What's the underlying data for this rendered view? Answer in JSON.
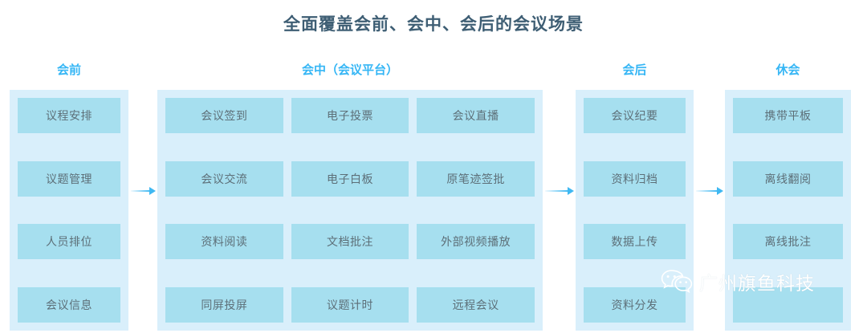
{
  "title": "全面覆盖会前、会中、会后的会议场景",
  "colors": {
    "title_text": "#3e5e74",
    "stage_header": "#35b6f5",
    "panel_bg": "#d9effb",
    "card_bg": "#a6dfef",
    "card_text": "#5d6f78",
    "arrow": "#3fb8f2",
    "watermark_text": "#ffffff",
    "page_bg": "#ffffff"
  },
  "stages": [
    {
      "id": "pre-meeting",
      "header": "会前",
      "columns": [
        {
          "cards": [
            "议程安排",
            "议题管理",
            "人员排位",
            "会议信息"
          ]
        }
      ]
    },
    {
      "id": "during-meeting",
      "header": "会中（会议平台）",
      "columns": [
        {
          "cards": [
            "会议签到",
            "会议交流",
            "资料阅读",
            "同屏投屏"
          ]
        },
        {
          "cards": [
            "电子投票",
            "电子白板",
            "文档批注",
            "议题计时"
          ]
        },
        {
          "cards": [
            "会议直播",
            "原笔迹签批",
            "外部视频播放",
            "远程会议"
          ]
        }
      ]
    },
    {
      "id": "post-meeting",
      "header": "会后",
      "columns": [
        {
          "cards": [
            "会议纪要",
            "资料归档",
            "数据上传",
            "资料分发"
          ]
        }
      ]
    },
    {
      "id": "recess",
      "header": "休会",
      "columns": [
        {
          "cards": [
            "携带平板",
            "离线翻阅",
            "离线批注",
            ""
          ]
        }
      ]
    }
  ],
  "arrows": [
    {
      "id": "arrow-pre-to-during",
      "name": "flow-arrow-right"
    },
    {
      "id": "arrow-during-to-post",
      "name": "flow-arrow-right"
    },
    {
      "id": "arrow-post-to-recess",
      "name": "flow-arrow-right"
    }
  ],
  "watermark": {
    "icon": "wechat-icon",
    "text": "广州旗鱼科技"
  }
}
